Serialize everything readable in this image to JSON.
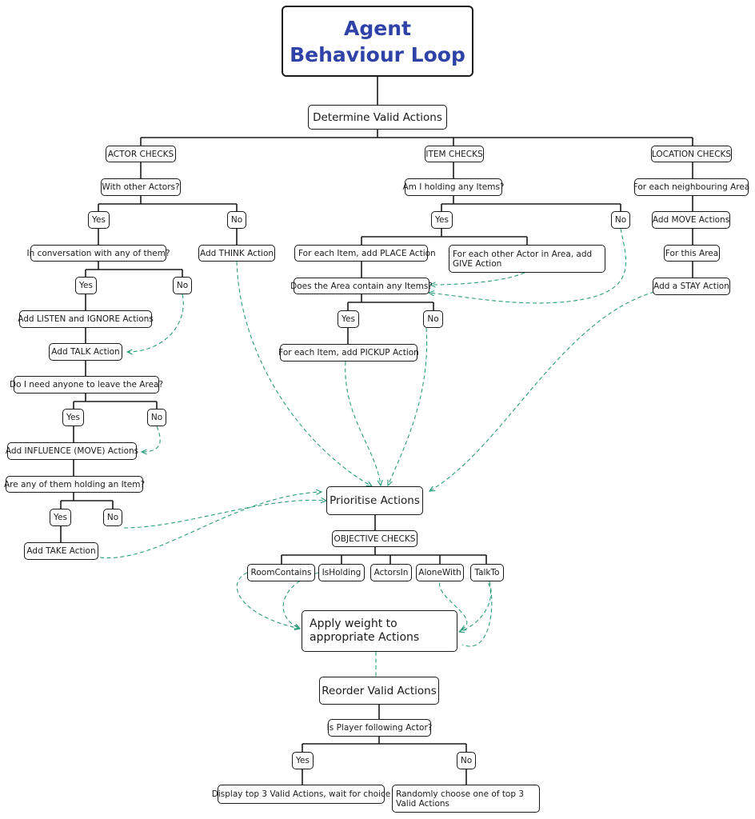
{
  "title": "Agent Behaviour Loop",
  "colors": {
    "line": "#1a1a1a",
    "dashed_link": "#2a9d7c",
    "title_text": "#2f42a8"
  },
  "nodes": {
    "determine": "Determine Valid Actions",
    "actor_checks": "ACTOR CHECKS",
    "item_checks": "ITEM CHECKS",
    "location_checks": "LOCATION CHECKS",
    "with_actors": "With other Actors?",
    "yes_actors": "Yes",
    "no_actors": "No",
    "in_conversation": "In conversation with any of them?",
    "add_think": "Add THINK Action",
    "yes_conv": "Yes",
    "no_conv": "No",
    "add_listen": "Add LISTEN and IGNORE Actions",
    "add_talk": "Add TALK Action",
    "need_leave": "Do I need anyone to leave the Area?",
    "yes_leave": "Yes",
    "no_leave": "No",
    "add_influence": "Add INFLUENCE (MOVE) Actions",
    "holding_item_q": "Are any of them holding an Item?",
    "yes_hold": "Yes",
    "no_hold": "No",
    "add_take": "Add TAKE Action",
    "holding_items": "Am I holding any Items?",
    "yes_items": "Yes",
    "no_items": "No",
    "add_place": "For each Item, add PLACE Action",
    "add_give": "For each other Actor in Area, add GIVE Action",
    "area_items": "Does the Area contain any Items?",
    "yes_area": "Yes",
    "no_area": "No",
    "add_pickup": "For each Item, add PICKUP Action",
    "each_area": "For each neighbouring Area",
    "add_move": "Add MOVE Actions",
    "this_area": "For this Area",
    "add_stay": "Add a STAY Action",
    "prioritise": "Prioritise Actions",
    "objective_checks": "OBJECTIVE CHECKS",
    "room_contains": "RoomContains",
    "is_holding": "IsHolding",
    "actors_in": "ActorsIn",
    "alone_with": "AloneWith",
    "talk_to": "TalkTo",
    "apply_weight": "Apply weight to appropriate Actions",
    "reorder": "Reorder Valid Actions",
    "player_following": "Is Player following Actor?",
    "yes_player": "Yes",
    "no_player": "No",
    "display_top": "Display top 3 Valid Actions, wait for choice",
    "random_choose": "Randomly choose one of top 3 Valid Actions"
  }
}
